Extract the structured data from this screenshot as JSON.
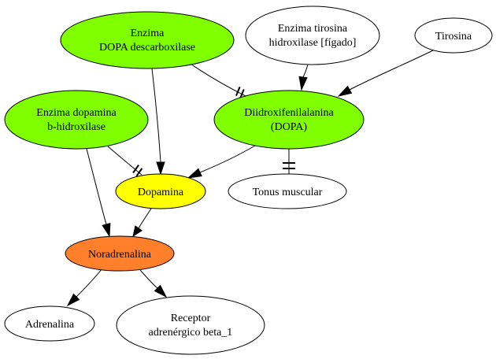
{
  "colors": {
    "green": "#7fff00",
    "yellow": "#ffff00",
    "orange": "#ff7f2a",
    "white": "#ffffff",
    "stroke": "#000000"
  },
  "nodes": {
    "enzima_dopa_descarboxilase": {
      "line1": "Enzima",
      "line2": "DOPA descarboxilase",
      "fill": "green"
    },
    "enzima_tirosina_hidroxilase": {
      "line1": "Enzima tirosina",
      "line2": "hidroxilase [fígado]",
      "fill": "white"
    },
    "tirosina": {
      "line1": "Tirosina",
      "fill": "white"
    },
    "enzima_dopamina_b_hidroxilase": {
      "line1": "Enzima dopamina",
      "line2": "b-hidroxilase",
      "fill": "green"
    },
    "diidroxifenilalanina": {
      "line1": "Diidroxifenilalanina",
      "line2": "(DOPA)",
      "fill": "green"
    },
    "dopamina": {
      "line1": "Dopamina",
      "fill": "yellow"
    },
    "tonus_muscular": {
      "line1": "Tonus muscular",
      "fill": "white"
    },
    "noradrenalina": {
      "line1": "Noradrenalina",
      "fill": "orange"
    },
    "adrenalina": {
      "line1": "Adrenalina",
      "fill": "white"
    },
    "receptor_adrenergico": {
      "line1": "Receptor",
      "line2": "adrenérgico beta_1",
      "fill": "white"
    }
  },
  "edges": [
    {
      "from": "enzima_dopa_descarboxilase",
      "to": "diidroxifenilalanina",
      "type": "inhibit-double"
    },
    {
      "from": "enzima_dopa_descarboxilase",
      "to": "dopamina",
      "type": "arrow"
    },
    {
      "from": "enzima_tirosina_hidroxilase",
      "to": "diidroxifenilalanina",
      "type": "arrow"
    },
    {
      "from": "tirosina",
      "to": "diidroxifenilalanina",
      "type": "arrow"
    },
    {
      "from": "enzima_dopamina_b_hidroxilase",
      "to": "dopamina",
      "type": "inhibit-double"
    },
    {
      "from": "enzima_dopamina_b_hidroxilase",
      "to": "noradrenalina",
      "type": "arrow"
    },
    {
      "from": "diidroxifenilalanina",
      "to": "dopamina",
      "type": "arrow"
    },
    {
      "from": "diidroxifenilalanina",
      "to": "tonus_muscular",
      "type": "tee-double"
    },
    {
      "from": "dopamina",
      "to": "noradrenalina",
      "type": "arrow"
    },
    {
      "from": "noradrenalina",
      "to": "adrenalina",
      "type": "arrow"
    },
    {
      "from": "noradrenalina",
      "to": "receptor_adrenergico",
      "type": "arrow"
    }
  ]
}
